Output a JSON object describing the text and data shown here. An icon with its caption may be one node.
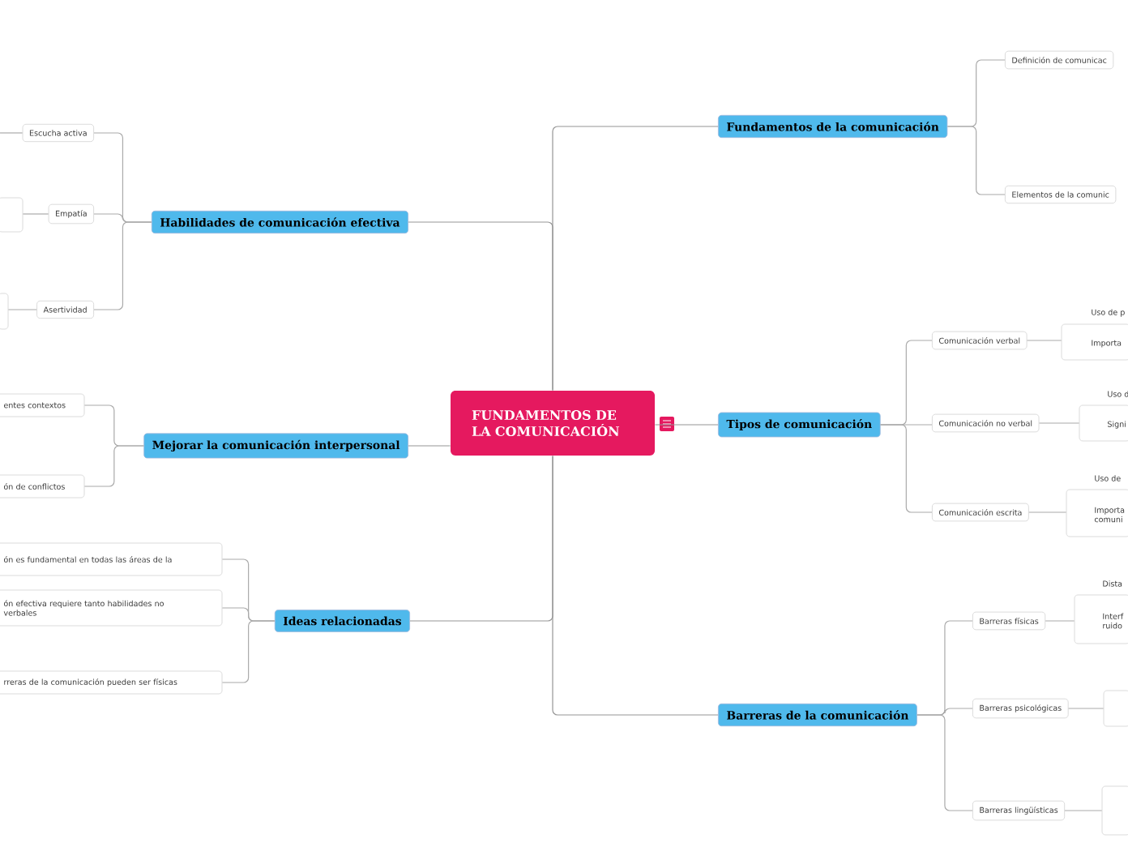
{
  "diagram": {
    "nodes": [
      {
        "text": [
          "FUNDAMENTOS DE LA COMUNICACIÓN"
        ]
      },
      {
        "text": [
          "Fundamentos de la comunicación"
        ]
      },
      {
        "text": [
          "Definición de comunicac"
        ]
      },
      {
        "text": [
          "Elementos de la comunic"
        ]
      },
      {
        "text": [
          "Tipos de comunicación"
        ]
      },
      {
        "text": [
          "Comunicación verbal"
        ]
      },
      {
        "text": [
          "Uso de p",
          "Importa"
        ]
      },
      {
        "text": [
          "Comunicación no verbal"
        ]
      },
      {
        "text": [
          "Uso d",
          "Signi"
        ]
      },
      {
        "text": [
          "Comunicación escrita"
        ]
      },
      {
        "text": [
          "Uso de",
          "Importa comuni"
        ]
      },
      {
        "text": [
          "Barreras de la comunicación"
        ]
      },
      {
        "text": [
          "Barreras físicas"
        ]
      },
      {
        "text": [
          "Dista",
          "Interf ruido"
        ]
      },
      {
        "text": [
          "Barreras psicológicas"
        ]
      },
      {
        "text": [],
        "shape": "box"
      },
      {
        "text": [
          "Barreras lingüísticas"
        ]
      },
      {
        "text": [],
        "shape": "box"
      },
      {
        "text": [
          "Habilidades de comunicación efectiva"
        ]
      },
      {
        "text": [
          "Escucha activa"
        ]
      },
      {
        "text": [
          "Empatía"
        ]
      },
      {
        "text": [],
        "shape": "box"
      },
      {
        "text": [
          "Asertividad"
        ]
      },
      {
        "text": [],
        "shape": "box"
      },
      {
        "text": [
          "Mejorar la comunicación interpersonal"
        ]
      },
      {
        "text": [
          "entes contextos"
        ]
      },
      {
        "text": [
          "ón de conflictos"
        ]
      },
      {
        "text": [
          "Ideas relacionadas"
        ]
      },
      {
        "text": [
          "ón es fundamental en todas las áreas de la"
        ]
      },
      {
        "text": [
          "ón efectiva requiere tanto habilidades no verbales"
        ]
      },
      {
        "text": [
          "rreras de la comunicación pueden ser físicas"
        ]
      }
    ],
    "edges": [
      {
        "from": 0,
        "to": 1,
        "arrow": "none"
      },
      {
        "from": 0,
        "to": 4,
        "arrow": "none"
      },
      {
        "from": 0,
        "to": 11,
        "arrow": "none"
      },
      {
        "from": 0,
        "to": 18,
        "arrow": "none"
      },
      {
        "from": 0,
        "to": 24,
        "arrow": "none"
      },
      {
        "from": 0,
        "to": 27,
        "arrow": "none"
      },
      {
        "from": 1,
        "to": 2,
        "arrow": "none"
      },
      {
        "from": 1,
        "to": 3,
        "arrow": "none"
      },
      {
        "from": 4,
        "to": 5,
        "arrow": "none"
      },
      {
        "from": 4,
        "to": 7,
        "arrow": "none"
      },
      {
        "from": 4,
        "to": 9,
        "arrow": "none"
      },
      {
        "from": 5,
        "to": 6,
        "arrow": "none"
      },
      {
        "from": 7,
        "to": 8,
        "arrow": "none"
      },
      {
        "from": 9,
        "to": 10,
        "arrow": "none"
      },
      {
        "from": 11,
        "to": 12,
        "arrow": "none"
      },
      {
        "from": 11,
        "to": 14,
        "arrow": "none"
      },
      {
        "from": 11,
        "to": 16,
        "arrow": "none"
      },
      {
        "from": 12,
        "to": 13,
        "arrow": "none"
      },
      {
        "from": 14,
        "to": 15,
        "arrow": "none"
      },
      {
        "from": 16,
        "to": 17,
        "arrow": "none"
      },
      {
        "from": 18,
        "to": 19,
        "arrow": "none"
      },
      {
        "from": 18,
        "to": 20,
        "arrow": "none"
      },
      {
        "from": 18,
        "to": 22,
        "arrow": "none"
      },
      {
        "from": 19,
        "to": null,
        "arrow": "none"
      },
      {
        "from": 20,
        "to": 21,
        "arrow": "none"
      },
      {
        "from": 22,
        "to": 23,
        "arrow": "none"
      },
      {
        "from": 24,
        "to": 25,
        "arrow": "none"
      },
      {
        "from": 24,
        "to": 26,
        "arrow": "none"
      },
      {
        "from": 27,
        "to": 28,
        "arrow": "none"
      },
      {
        "from": 27,
        "to": 29,
        "arrow": "none"
      },
      {
        "from": 27,
        "to": 30,
        "arrow": "none"
      }
    ]
  }
}
